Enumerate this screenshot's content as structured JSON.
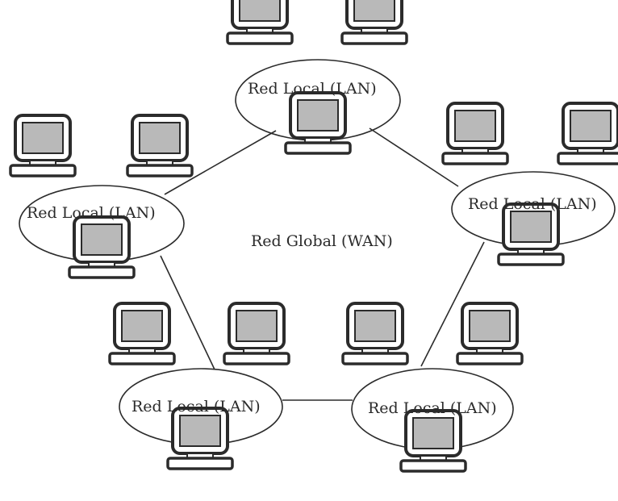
{
  "wan": {
    "label": "Red Global (WAN)"
  },
  "lans": [
    {
      "id": "top",
      "label": "Red Local (LAN)",
      "computers": 3
    },
    {
      "id": "left",
      "label": "Red Local (LAN)",
      "computers": 3
    },
    {
      "id": "right",
      "label": "Red Local (LAN)",
      "computers": 3
    },
    {
      "id": "bottom-left",
      "label": "Red Local (LAN)",
      "computers": 3
    },
    {
      "id": "bottom-right",
      "label": "Red Local (LAN)",
      "computers": 3
    }
  ],
  "links": [
    [
      "top",
      "left"
    ],
    [
      "top",
      "right"
    ],
    [
      "left",
      "bottom-left"
    ],
    [
      "right",
      "bottom-right"
    ],
    [
      "bottom-left",
      "bottom-right"
    ]
  ],
  "colors": {
    "stroke": "#2b2b2b",
    "screen": "#b9b9b9",
    "background": "#ffffff"
  }
}
